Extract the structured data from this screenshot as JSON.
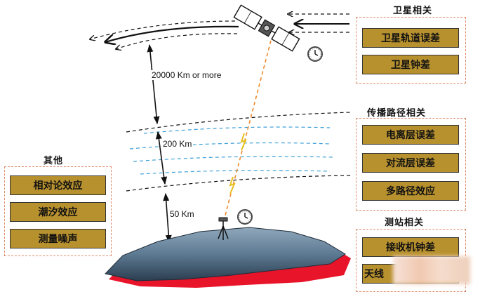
{
  "distances": {
    "top": "20000 Km or more",
    "middle": "200 Km",
    "bottom": "50 Km"
  },
  "groups": {
    "satellite": {
      "title": "卫星相关",
      "items": [
        "卫星轨道误差",
        "卫星钟差"
      ]
    },
    "propagation": {
      "title": "传播路径相关",
      "items": [
        "电离层误差",
        "对流层误差",
        "多路径效应"
      ]
    },
    "other": {
      "title": "其他",
      "items": [
        "相对论效应",
        "潮汐效应",
        "测量噪声"
      ]
    },
    "station": {
      "title": "测站相关",
      "items": [
        "接收机钟差",
        "天线"
      ]
    }
  },
  "icons": [
    "satellite-icon",
    "clock-icon",
    "antenna-tripod-icon",
    "lightning-icon",
    "terrain-icon"
  ],
  "colors": {
    "item_fill": "#b8912f",
    "panel_border": "#e08a6a",
    "signal_path": "#f08a2c",
    "ionosphere_lines": "#3fa0d8",
    "terrain_top": "#5d7a93",
    "terrain_shadow": "#e8142a"
  }
}
